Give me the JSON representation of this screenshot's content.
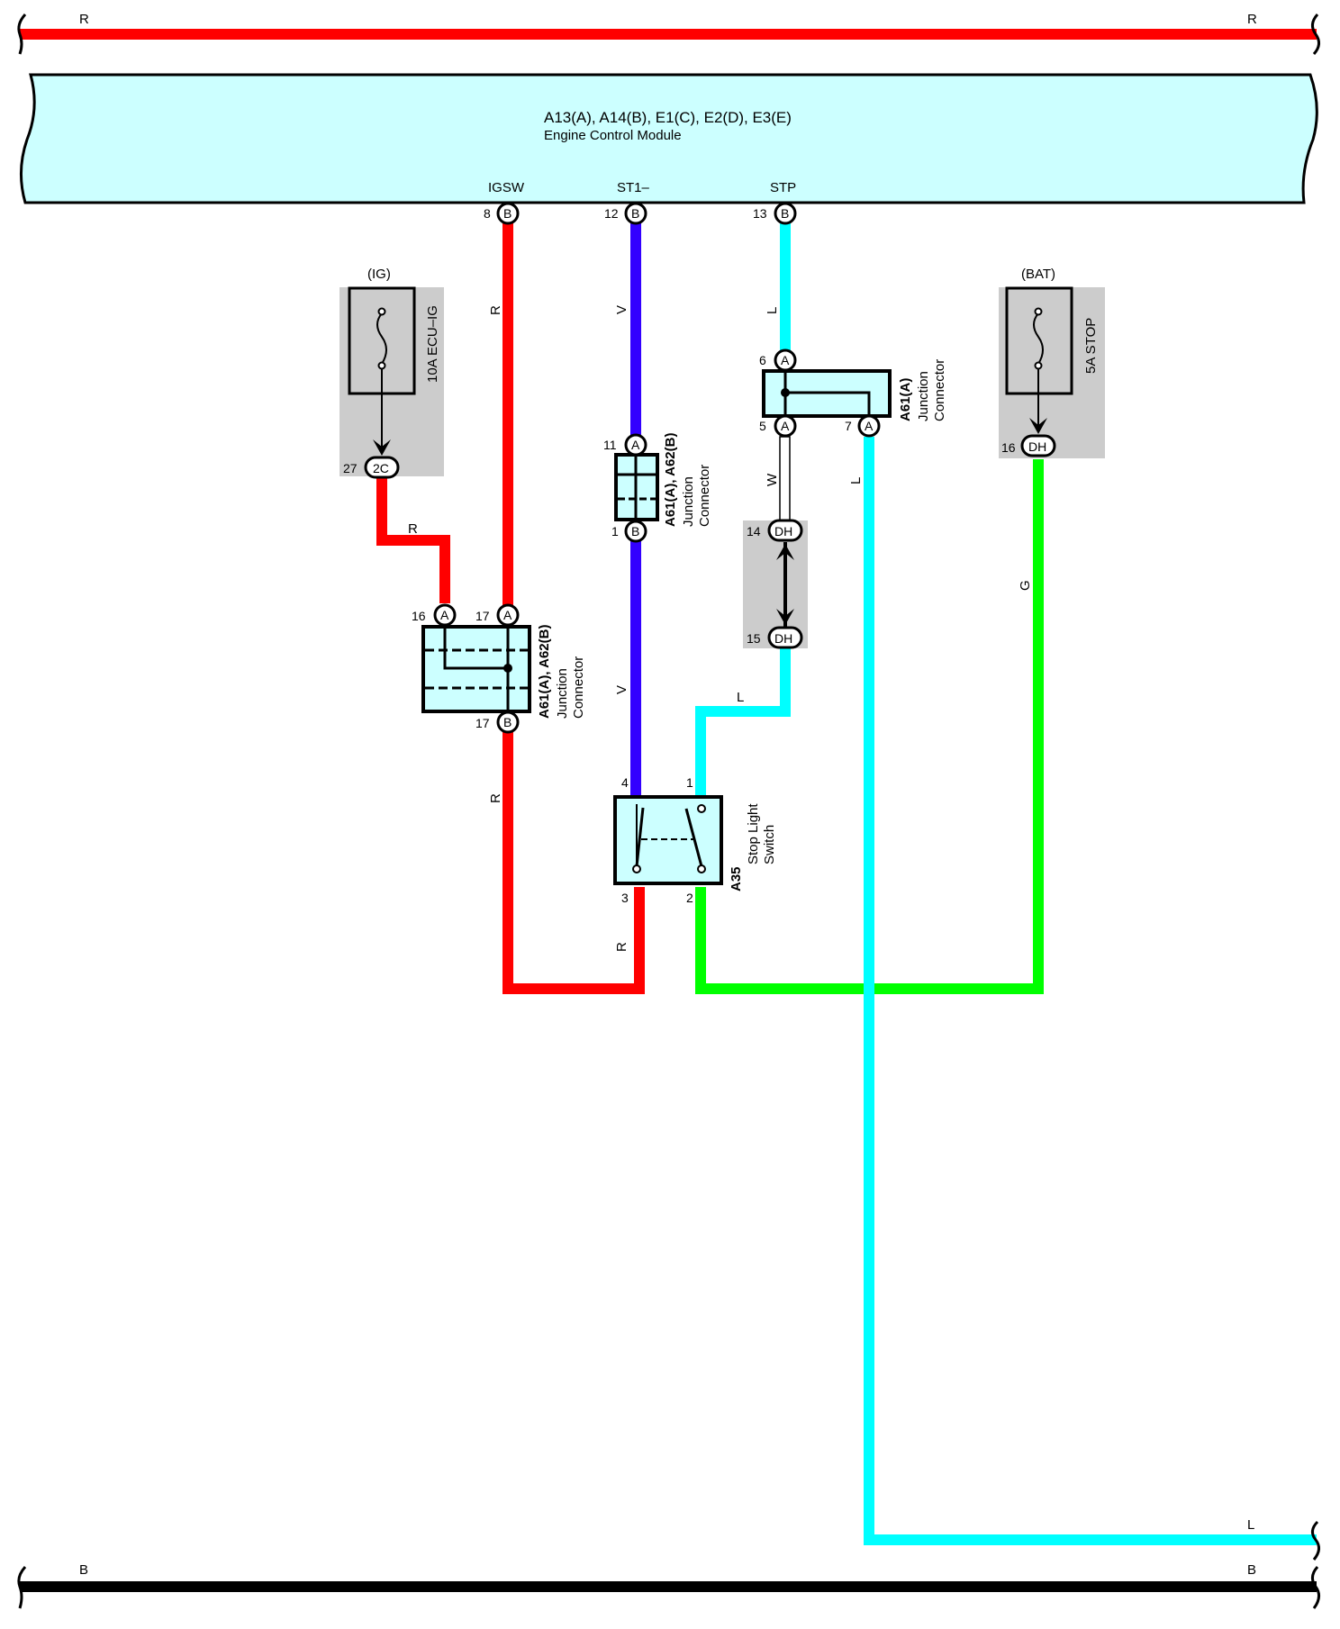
{
  "colors": {
    "R": "#ff0000",
    "B": "#000000",
    "V": "#3300ff",
    "L": "#00ffff",
    "G": "#00ff00",
    "W": "#ffffff",
    "module_fill": "#ccffff",
    "fuse_bg": "#cccccc"
  },
  "rails": {
    "top": {
      "left": "R",
      "right": "R"
    },
    "bottom": {
      "left": "B",
      "right": "B"
    },
    "l_exit": "L"
  },
  "ecm": {
    "title": "A13(A), A14(B), E1(C), E2(D), E3(E)",
    "subtitle": "Engine Control Module",
    "terminals": [
      {
        "name": "IGSW",
        "pin": "8",
        "conn": "B"
      },
      {
        "name": "ST1–",
        "pin": "12",
        "conn": "B"
      },
      {
        "name": "STP",
        "pin": "13",
        "conn": "B"
      }
    ]
  },
  "fuse_ig": {
    "source": "(IG)",
    "name": "10A ECU–IG",
    "pin": "27",
    "conn": "2C"
  },
  "fuse_bat": {
    "source": "(BAT)",
    "name": "5A STOP",
    "pin": "16",
    "conn": "DH"
  },
  "jc_left": {
    "name": "A61(A), A62(B)",
    "type1": "Junction",
    "type2": "Connector",
    "pins": [
      {
        "pin": "16",
        "conn": "A"
      },
      {
        "pin": "17",
        "conn": "A"
      },
      {
        "pin": "17",
        "conn": "B"
      }
    ]
  },
  "jc_mid": {
    "name": "A61(A), A62(B)",
    "type1": "Junction",
    "type2": "Connector",
    "pins": [
      {
        "pin": "11",
        "conn": "A"
      },
      {
        "pin": "1",
        "conn": "B"
      }
    ]
  },
  "jc_right": {
    "name": "A61(A)",
    "type1": "Junction",
    "type2": "Connector",
    "pins": [
      {
        "pin": "6",
        "conn": "A"
      },
      {
        "pin": "5",
        "conn": "A"
      },
      {
        "pin": "7",
        "conn": "A"
      }
    ]
  },
  "dh_connector": {
    "pins": [
      {
        "pin": "14",
        "conn": "DH"
      },
      {
        "pin": "15",
        "conn": "DH"
      }
    ]
  },
  "stop_switch": {
    "code": "A35",
    "name1": "Stop Light",
    "name2": "Switch",
    "pins": [
      "4",
      "1",
      "3",
      "2"
    ]
  },
  "wire_labels": {
    "r_ig": "R",
    "r_igsw_top": "R",
    "r_igsw_bot": "R",
    "r_sw3": "R",
    "v_top": "V",
    "v_bot": "V",
    "l_stp": "L",
    "w_link": "W",
    "l_sw1": "L",
    "l_out": "L",
    "g_bat": "G"
  }
}
